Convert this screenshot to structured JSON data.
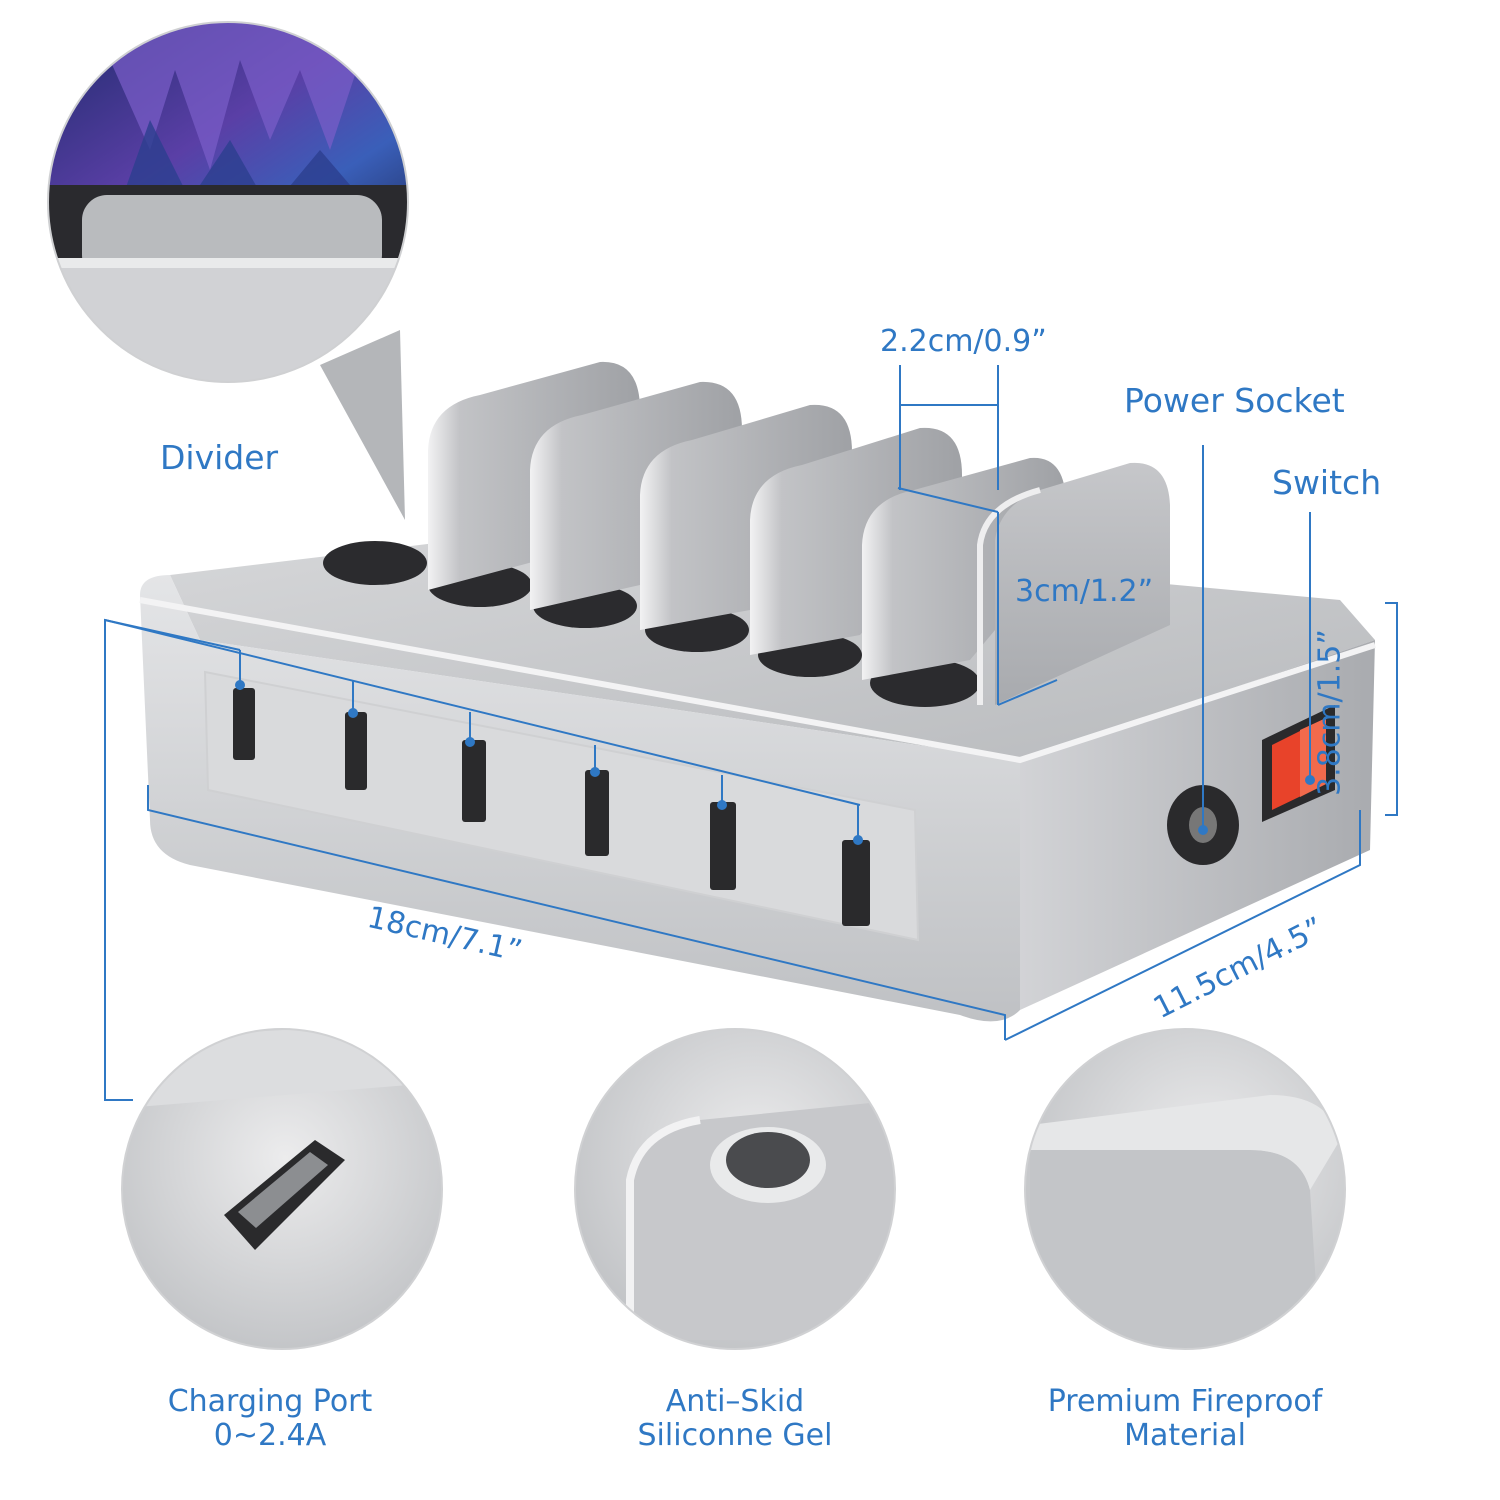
{
  "labels": {
    "divider": "Divider",
    "power_socket": "Power Socket",
    "switch": "Switch",
    "slot_width": "2.2cm/0.9”",
    "divider_height": "3cm/1.2”",
    "height": "3.8cm/1.5”",
    "length": "18cm/7.1”",
    "depth": "11.5cm/4.5”"
  },
  "features": [
    {
      "line1": "Charging Port",
      "line2": "0~2.4A",
      "icon": "usb-port-closeup"
    },
    {
      "line1": "Anti–Skid",
      "line2": "Siliconne Gel",
      "icon": "rubber-foot-closeup"
    },
    {
      "line1": "Premium Fireproof",
      "line2": "Material",
      "icon": "aluminum-corner-closeup"
    }
  ],
  "colors": {
    "accent": "#2f78c4",
    "body_silver": "#c9cacc",
    "switch_red": "#e8432a"
  }
}
